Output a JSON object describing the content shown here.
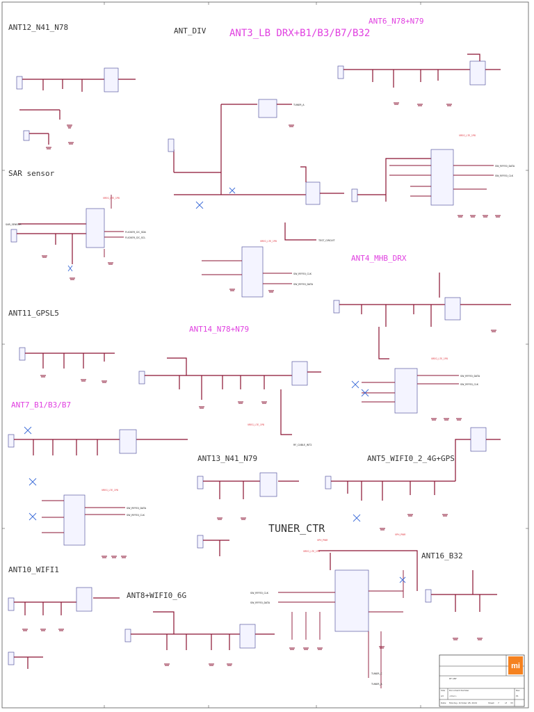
{
  "sections": {
    "ant12": "ANT12_N41_N78",
    "ant_div": "ANT_DIV",
    "ant3": "ANT3_LB DRX+B1/B3/B7/B32",
    "ant6": "ANT6_N78+N79",
    "sar": "SAR sensor",
    "ant4": "ANT4_MHB_DRX",
    "ant11": "ANT11_GPSL5",
    "ant14": "ANT14_N78+N79",
    "ant7": "ANT7_B1/B3/B7",
    "ant13": "ANT13_N41_N79",
    "ant5": "ANT5_WIFI0_2_4G+GPS",
    "tuner": "TUNER_CTR",
    "ant16": "ANT16_B32",
    "ant10": "ANT10_WIFI1",
    "ant8": "ANT8+WIFI0_6G"
  },
  "nets": {
    "tuner_a": "TUNER_A",
    "sw_rffe_data": "SW_RFFE0_DATA",
    "sw_rffe_clk": "SW_RFFE0_CLK",
    "test_circuit": "TEST_CIRCUIT",
    "flicker_sda": "FLICKER_I2C_SDA",
    "flicker_scl": "FLICKER_I2C_SCL",
    "sar_sensor": "SAR_SENSOR",
    "rf_cable": "RF_CABLE_INT2",
    "tuner_c": "TUNER_C",
    "tuner_a2": "TUNER_A"
  },
  "power": {
    "vreg_l7e": "VREG_L7E_1P8",
    "vph_pwr": "VPH_PWR"
  },
  "titleblock": {
    "company_logo": "mi",
    "sheet_name": "RF ANT",
    "size_label": "Size",
    "size": "A3",
    "doc_label": "Document Number",
    "doc": "<Doc>",
    "rev_label": "Rev",
    "rev": "P1",
    "date_label": "Date:",
    "date": "Monday, October 28, 2024",
    "sheet_label": "Sheet",
    "sheet": "7",
    "of_label": "of",
    "of": "33"
  }
}
